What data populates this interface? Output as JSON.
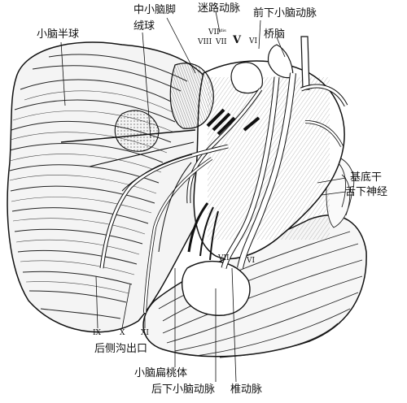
{
  "labels": {
    "cerebellar_hemisphere": "小脑半球",
    "middle_cerebellar_peduncle": "中小脑脚",
    "flocculus": "绒球",
    "vestibulocochlear_artery": "迷路动脉",
    "anterior_inferior_cerebellar_artery": "前下小脑动脉",
    "pons": "桥脑",
    "basilar_artery": "基底干",
    "hypoglossal_nerve": "舌下神经",
    "posterior_lateral_outlet": "后侧沟出口",
    "cerebellar_tonsil": "小脑扁桃体",
    "posterior_inferior_cerebellar_artery": "后下小脑动脉",
    "vertebral_artery": "椎动脉"
  },
  "nerve_labels": {
    "vii_dis": "VIIᵈⁱˢ",
    "viii": "VIII",
    "vii": "VII",
    "v": "V",
    "vi": "VI",
    "vii_lower": "VII",
    "vi_lower": "VI",
    "ix": "IX",
    "x": "X",
    "xi": "XI"
  }
}
